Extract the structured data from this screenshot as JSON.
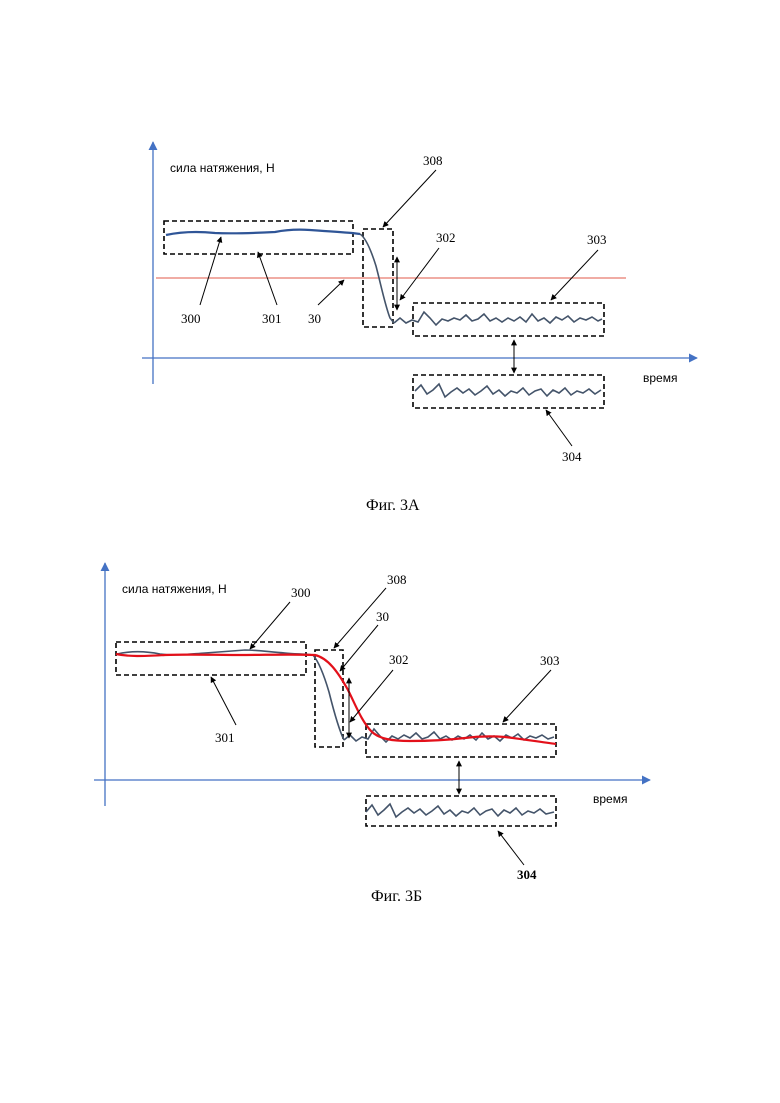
{
  "figA": {
    "ylabel": "сила натяжения, Н",
    "xlabel": "время",
    "caption": "Фиг. 3А",
    "labels": {
      "l300": "300",
      "l301": "301",
      "l30": "30",
      "l308": "308",
      "l302": "302",
      "l303": "303",
      "l304": "304"
    }
  },
  "figB": {
    "ylabel": "сила натяжения, Н",
    "xlabel": "время",
    "caption": "Фиг. 3Б",
    "labels": {
      "l300": "300",
      "l301": "301",
      "l30": "30",
      "l308": "308",
      "l302": "302",
      "l303": "303",
      "l304": "304"
    }
  },
  "colors": {
    "axis": "#4472c4",
    "signal": "#44546a",
    "threshold": "#e05a4a",
    "filtered": "#e3101a"
  }
}
